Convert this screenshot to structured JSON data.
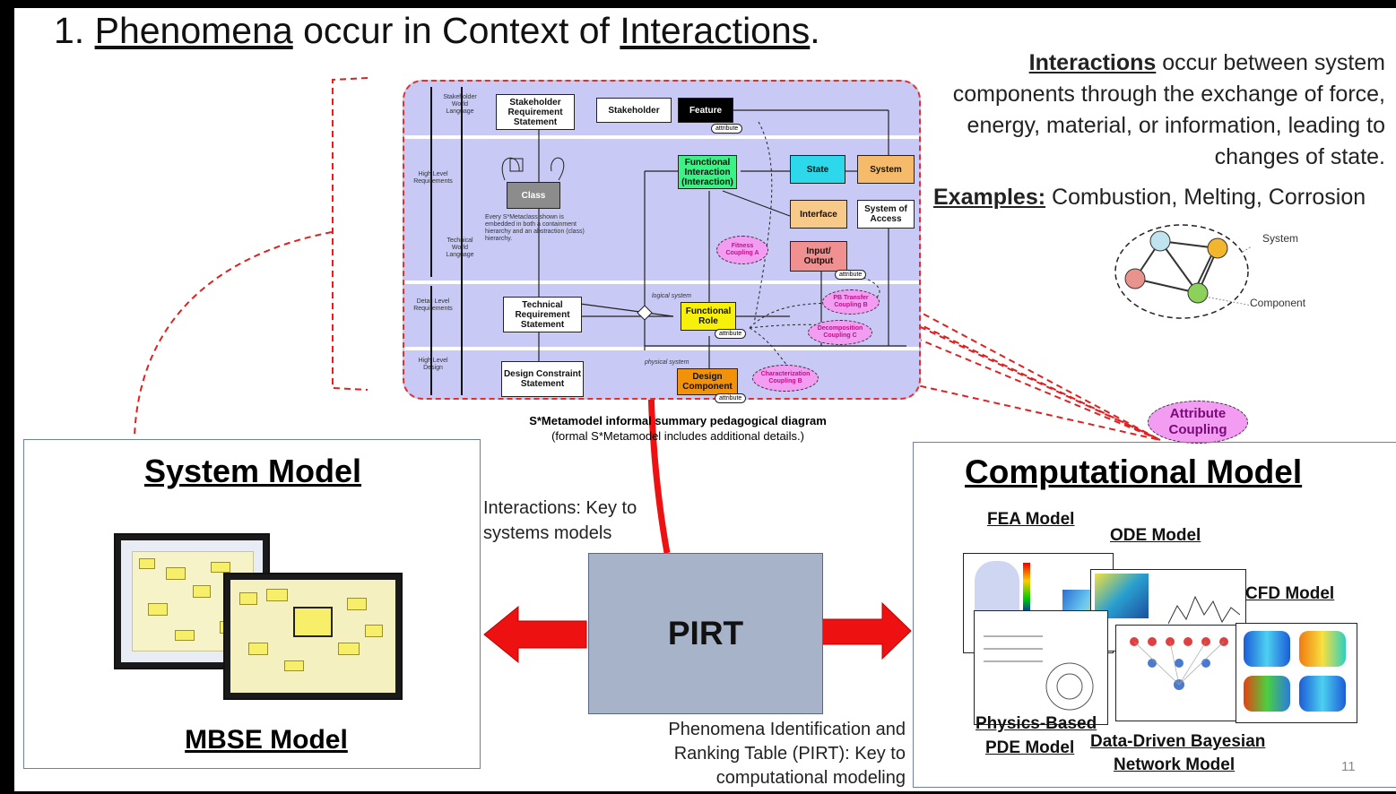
{
  "title": {
    "prefix": "1. ",
    "w1": "Phenomena",
    "mid": " occur in Context of ",
    "w2": "Interactions",
    "suffix": "."
  },
  "interactions": {
    "word": "Interactions",
    "rest": " occur between system components through the exchange of force, energy, material, or information, leading to changes of state."
  },
  "examples": {
    "label": "Examples:",
    "text": " Combustion, Melting, Corrosion"
  },
  "graph": {
    "system_label": "System",
    "component_label": "Component"
  },
  "metamodel": {
    "left_labels": {
      "stakeholder_world_language": "Stakeholder World Language",
      "high_level_requirements": "High Level Requirements",
      "technical_world_language": "Technical World Language",
      "detail_level_requirements": "Detail Level Requirements",
      "high_level_design": "High Level Design"
    },
    "boxes": {
      "stakeholder_requirement_statement": "Stakeholder Requirement Statement",
      "stakeholder": "Stakeholder",
      "feature": "Feature",
      "class": "Class",
      "class_note": "Every S*Metaclass shown is embedded in both a containment hierarchy and an abstraction (class) hierarchy.",
      "functional_interaction": "Functional Interaction (Interaction)",
      "state": "State",
      "system": "System",
      "interface": "Interface",
      "system_of_access": "System of Access",
      "input_output": "Input/ Output",
      "technical_requirement_statement": "Technical Requirement Statement",
      "functional_role": "Functional Role",
      "design_constraint_statement": "Design Constraint Statement",
      "design_component": "Design Component",
      "logical_system": "logical system",
      "physical_system": "physical system"
    },
    "attribute": "attribute",
    "clouds": {
      "fitness": "Fitness Coupling A",
      "pb_transfer": "PB Transfer Coupling B",
      "decomposition": "Decomposition Coupling C",
      "characterization": "Characterization Coupling B"
    },
    "caption_bold": "S*Metamodel informal summary pedagogical diagram",
    "caption_normal": "(formal S*Metamodel includes additional details.)"
  },
  "attribute_coupling": "Attribute Coupling",
  "system_model": {
    "title": "System Model",
    "subtitle": "MBSE Model"
  },
  "pirt": {
    "label": "PIRT"
  },
  "key_systems": "Interactions: Key to systems models",
  "key_pirt": "Phenomena Identification and Ranking Table (PIRT): Key to computational modeling",
  "computational_model": {
    "title": "Computational Model",
    "fea": "FEA Model",
    "ode": "ODE Model",
    "cfd": "CFD Model",
    "physics_l1": "Physics-Based",
    "physics_l2": "PDE Model",
    "bayes_l1": "Data-Driven Bayesian",
    "bayes_l2": "Network Model"
  },
  "page_number": "11",
  "colors": {
    "red_arrow": "#ee1111",
    "meta_bg": "#c8c9f5",
    "pirt_bg": "#a7b3c9",
    "cloud": "#f29cf2"
  }
}
